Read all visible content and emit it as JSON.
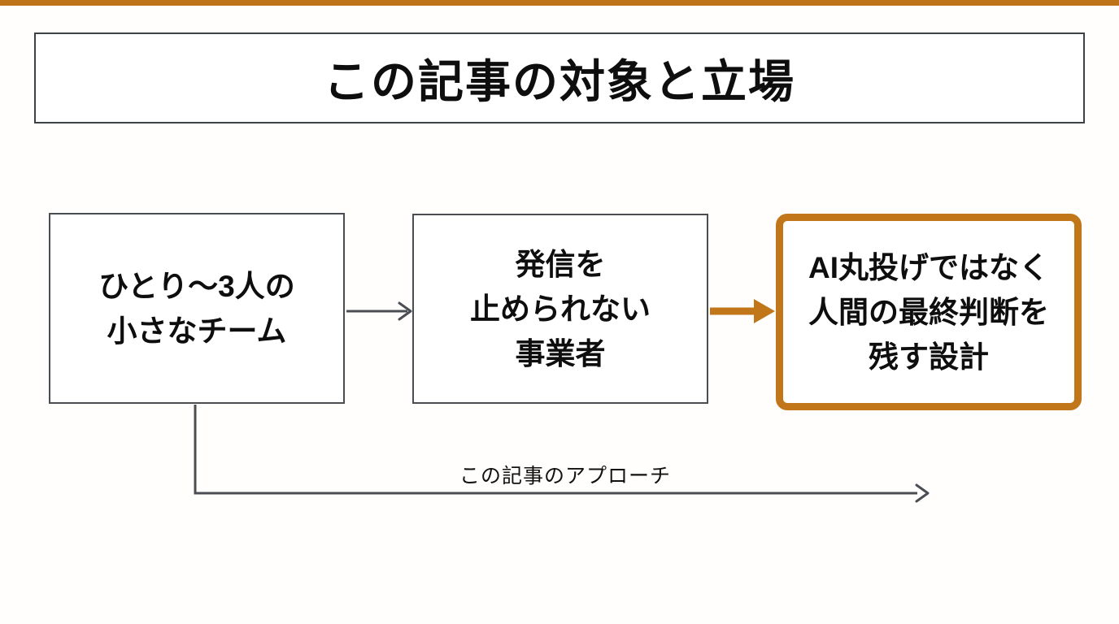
{
  "slide": {
    "title": "この記事の対象と立場",
    "boxes": [
      {
        "id": "team",
        "emphasis": false,
        "lines": [
          "ひとり〜3人の",
          "小さなチーム"
        ]
      },
      {
        "id": "business",
        "emphasis": false,
        "lines": [
          "発信を",
          "止められない",
          "事業者"
        ]
      },
      {
        "id": "design",
        "emphasis": true,
        "lines": [
          "AI丸投げではなく",
          "人間の最終判断を",
          "残す設計"
        ]
      }
    ],
    "approach_label": "この記事のアプローチ",
    "colors": {
      "accent_orange": "#c1761a",
      "top_bar_orange": "#be7318",
      "line_gray": "#4a4e53",
      "border_gray": "#3f4245",
      "text": "#0e0e0e",
      "background": "#ffffff"
    }
  }
}
